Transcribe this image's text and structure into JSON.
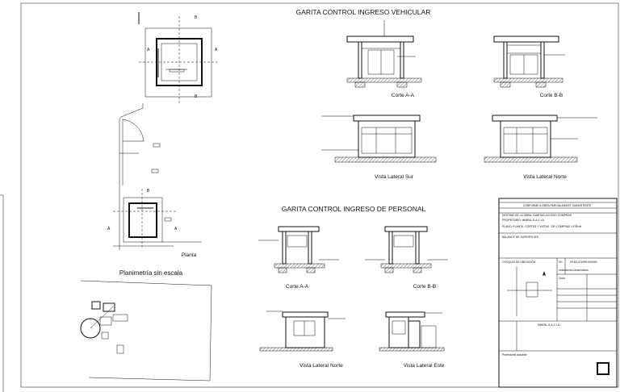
{
  "titles": {
    "vehicular": "GARITA CONTROL INGRESO VEHICULAR",
    "personal": "GARITA CONTROL INGRESO DE PERSONAL",
    "planimetria": "Planimetría sin escala"
  },
  "views": {
    "planta": "Planta",
    "corte_aa_1": "Corte A-A",
    "corte_bb_1": "Corte B-B",
    "vista_sur": "Vista Lateral Sur",
    "vista_norte_1": "Vista Lateral Norte",
    "corte_aa_2": "Corte A-A",
    "corte_bb_2": "Corte B-B",
    "vista_norte_2": "Vista Lateral Norte",
    "vista_este": "Vista Lateral Este"
  },
  "section_marks": {
    "a": "A",
    "b": "B"
  },
  "title_block": {
    "header": "CONFORME A OBRA PARCIALMENTE SUBSISTENTE",
    "destino": "DESTINO DE LA OBRA: GARITAS ACCESO COMPRAS",
    "propietario": "PROPIETARIO: INMPAL S.A.C.I.A.",
    "plano": "PLANO: PLANTA, CORTES Y VISTAS - DP. COMPRAS Y RRHH",
    "balance": "BALANCE DE SUPERFICIES",
    "croquis": "CROQUIS DE UBICACIÓN",
    "nc_label": "NC",
    "nc_value": "09-63-474099-000000",
    "indicadores": "Indicadores urbanísticos",
    "zona": "Zona",
    "firma1": "INMPAL S.A.C.I.A.",
    "profesionales": "Profesional actuante"
  }
}
